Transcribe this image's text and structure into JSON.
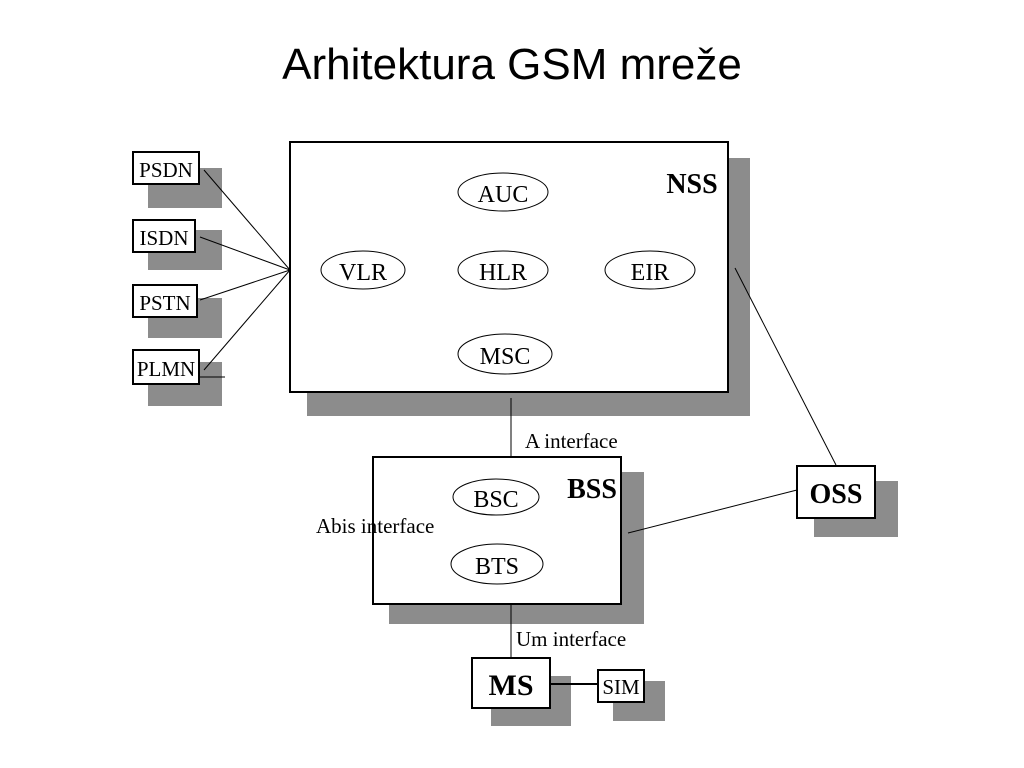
{
  "slide": {
    "title": "Arhitektura GSM mreže"
  },
  "diagram": {
    "colors": {
      "shadow": "#8c8c8c",
      "stroke": "#000000",
      "fill": "#ffffff"
    },
    "external_networks": [
      "PSDN",
      "ISDN",
      "PSTN",
      "PLMN"
    ],
    "nss": {
      "label": "NSS",
      "nodes": {
        "auc": "AUC",
        "hlr": "HLR",
        "vlr": "VLR",
        "eir": "EIR",
        "msc": "MSC"
      }
    },
    "bss": {
      "label": "BSS",
      "nodes": {
        "bsc": "BSC",
        "bts": "BTS"
      }
    },
    "oss": "OSS",
    "ms": "MS",
    "sim": "SIM",
    "interfaces": {
      "a": "A interface",
      "abis": "Abis interface",
      "um": "Um interface"
    }
  }
}
